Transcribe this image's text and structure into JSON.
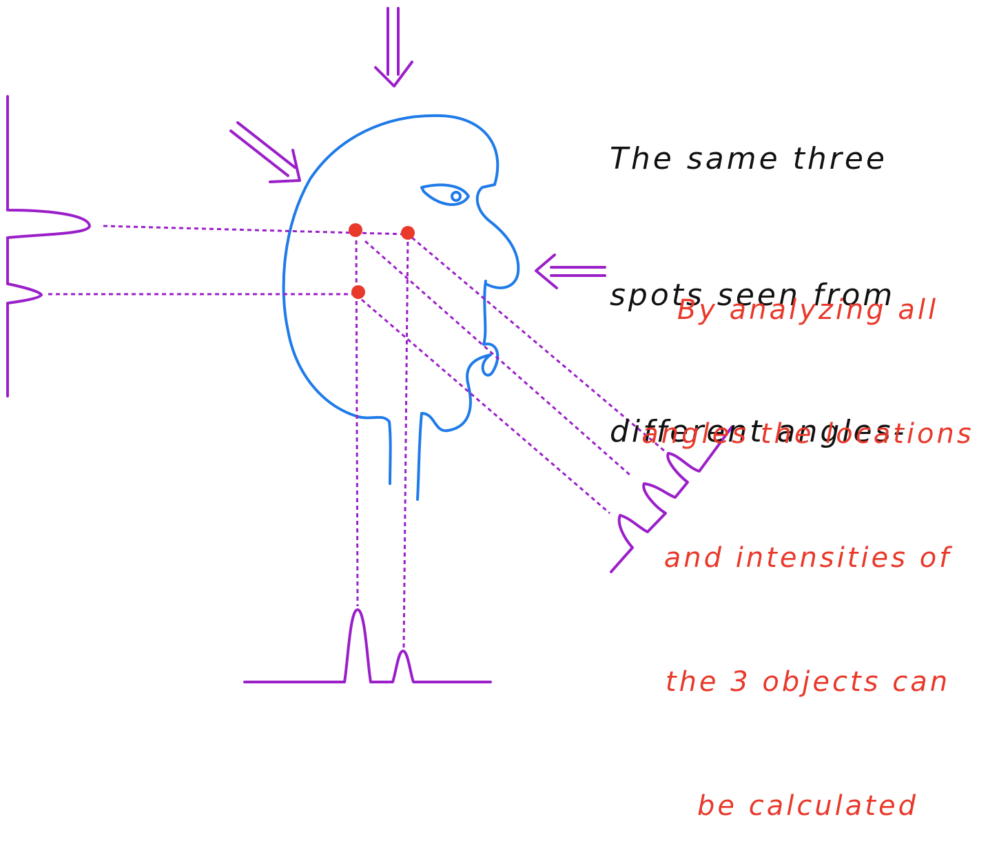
{
  "colors": {
    "outline": "#1f7be8",
    "projection": "#9b1fc9",
    "spot": "#e8392b",
    "note_black": "#111111",
    "note_red": "#e8392b"
  },
  "note_black": {
    "lines": [
      "The same three",
      "spots seen from",
      "different angles-"
    ]
  },
  "note_red": {
    "lines": [
      "By analyzing all",
      "angles the locations",
      "and intensities of",
      "the 3 objects can",
      "be calculated"
    ]
  },
  "projections": {
    "left_view": {
      "peaks": 2,
      "direction": "from the left"
    },
    "bottom_view": {
      "peaks": 2,
      "direction": "from above"
    },
    "diagonal_view": {
      "peaks": 3,
      "direction": "from the upper left"
    },
    "right_arrow": {
      "direction": "from the right"
    }
  },
  "objects": {
    "count": 3
  }
}
